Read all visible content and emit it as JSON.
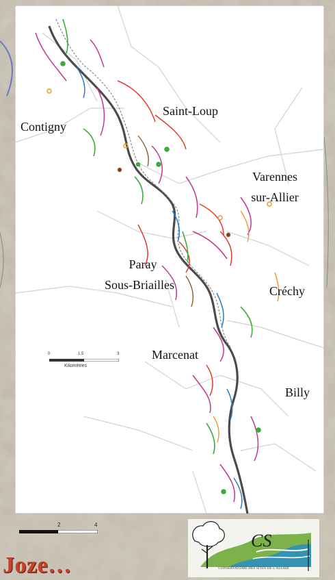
{
  "places": {
    "saint_loup": "Saint-Loup",
    "contigny": "Contigny",
    "varennes_line1": "Varennes",
    "varennes_line2": "sur-Allier",
    "paray_line1": "Paray",
    "paray_line2": "Sous-Briailles",
    "crechy": "Créchy",
    "marcenat": "Marcenat",
    "billy": "Billy"
  },
  "scale_bar": {
    "ticks": [
      "0",
      "1,5",
      "3"
    ],
    "unit": "Kilomètres"
  },
  "outer_scale_bar": {
    "ticks": [
      "2",
      "4"
    ]
  },
  "bottom_title": "Joze…",
  "logo": {
    "text": "CONSERVATOIRE DES SITES DE L'ALLIER",
    "initials": "CS"
  },
  "colors": {
    "river": "#4b4b4b",
    "title": "#c7402a",
    "magenta": "#c2358f",
    "red": "#e23b2b",
    "green": "#3daa3f",
    "blue": "#2b79c8",
    "orange": "#e39b2b"
  }
}
